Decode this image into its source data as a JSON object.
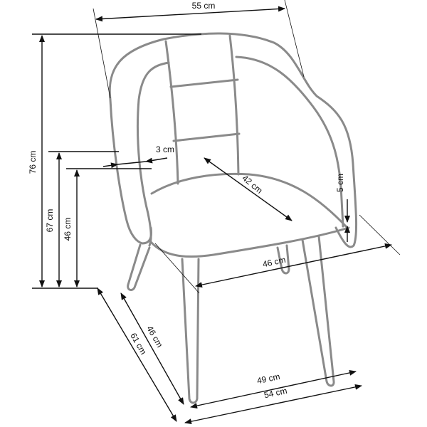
{
  "dimensions": {
    "width_top": "55 cm",
    "total_height": "76 cm",
    "armrest_height": "67 cm",
    "seat_height": "46 cm",
    "arm_thickness": "3 cm",
    "seat_depth_diagonal": "42 cm",
    "seat_cushion_drop": "5 cm",
    "seat_width": "46 cm",
    "depth_inner": "46 cm",
    "depth_total": "61 cm",
    "leg_span": "49 cm",
    "base_width": "54 cm"
  },
  "colors": {
    "chair_outline": "#8a8a8a",
    "dimension_lines": "#111111"
  }
}
